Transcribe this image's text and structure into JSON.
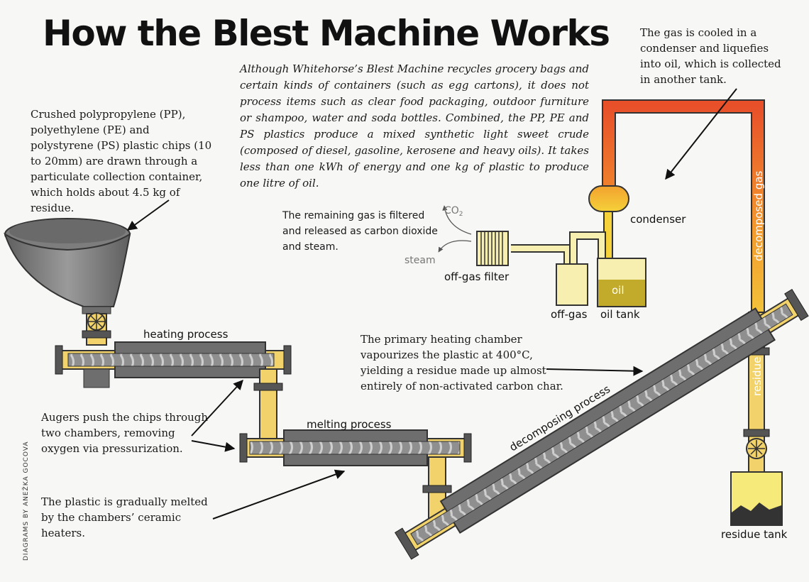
{
  "title": "How the Blest Machine Works",
  "intro": "Although Whitehorse’s Blest Machine recycles grocery bags and certain kinds of containers (such as egg cartons), it does not process items such as clear food packaging, outdoor furniture or shampoo, water and soda bottles. Combined, the PP, PE and PS plastics produce a mixed synthetic light sweet crude (composed of diesel, gasoline, kerosene and heavy oils). It takes less than one kWh of energy and one kg of plastic to produce one litre of oil.",
  "callouts": {
    "crushed": "Crushed polypropylene (PP), polyethylene (PE) and polystyrene (PS) plastic chips (10 to 20mm) are drawn through a particulate collection container, which holds about 4.5 kg of residue.",
    "gas_cooled": "The gas is cooled in a condenser and liquefies into oil, which is collected in another tank.",
    "remaining_gas": "The remaining gas is filtered and released as carbon dioxide and steam.",
    "primary_heating": "The primary heating chamber vapourizes the plastic at 400°C, yielding a residue made up almost entirely of non-activated carbon char.",
    "augers": "Augers push the chips through two chambers, removing oxygen via pressurization.",
    "plastic_melted": "The plastic is gradually melted by the chambers’ ceramic heaters."
  },
  "labels": {
    "heating_process": "heating process",
    "melting_process": "melting process",
    "decomposing_process": "decomposing process",
    "decomposed_gas": "decomposed gas",
    "residue": "residue",
    "residue_tank": "residue tank",
    "condenser": "condenser",
    "oil": "oil",
    "oil_tank": "oil tank",
    "off_gas": "off-gas",
    "off_gas_filter": "off-gas filter",
    "steam": "steam",
    "co2": "CO",
    "co2_sub": "2"
  },
  "credit": "DIAGRAMS BY ANEŽKA GOCOVA",
  "colors": {
    "pipe_yellow": "#f2d36b",
    "chamber_gray": "#6e6e6e",
    "auger_gray": "#a9a9a9",
    "gas_orange": "#ef6a28",
    "oil_olive": "#c2aa2a",
    "light_yellow": "#f7efb0"
  }
}
